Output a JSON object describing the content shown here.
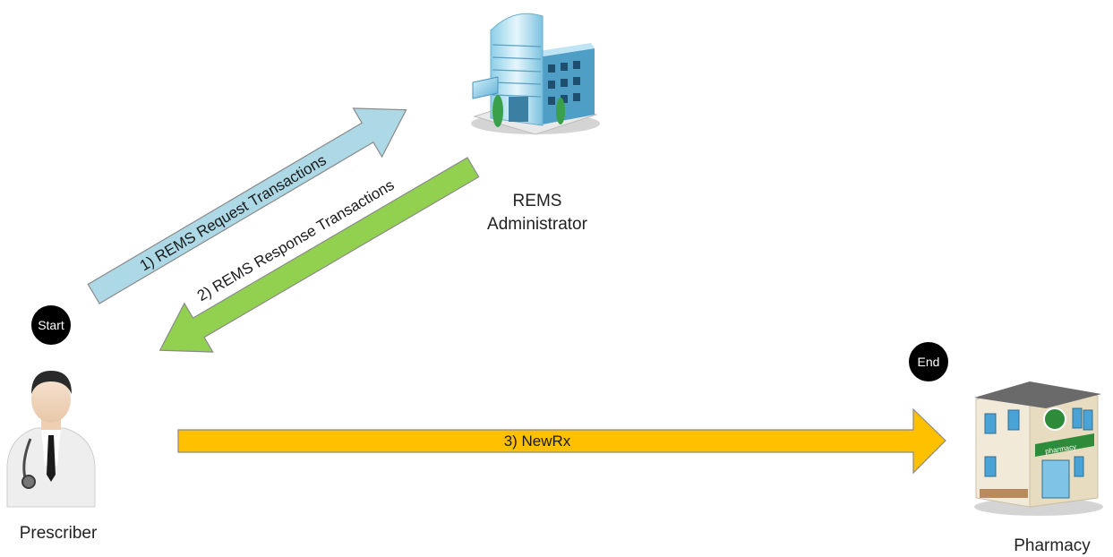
{
  "nodes": {
    "admin": {
      "label_line1": "REMS",
      "label_line2": "Administrator",
      "icon": "office-building-icon"
    },
    "prescriber": {
      "label": "Prescriber",
      "icon": "doctor-icon"
    },
    "pharmacy": {
      "label": "Pharmacy",
      "sign": "pharmacy",
      "icon": "pharmacy-building-icon"
    }
  },
  "badges": {
    "start": "Start",
    "end": "End"
  },
  "arrows": {
    "request": {
      "label": "1) REMS Request Transactions",
      "color": "#add8e6"
    },
    "response": {
      "label": "2) REMS Response Transactions",
      "color": "#92d050"
    },
    "newrx": {
      "label": "3) NewRx",
      "color": "#ffc000"
    }
  },
  "colors": {
    "badge": "#000000",
    "arrow_stroke": "#8a8a8a"
  }
}
